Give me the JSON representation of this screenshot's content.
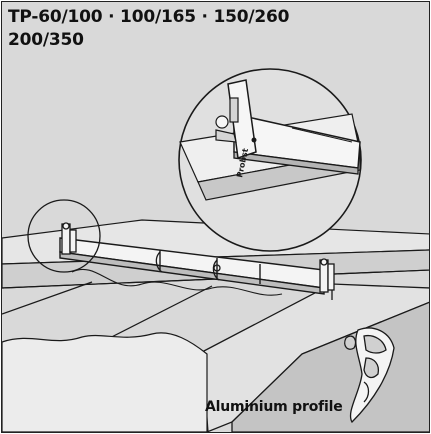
{
  "title": {
    "line1": "TP-60/100 · 100/165 · 150/260",
    "line2": "200/350"
  },
  "labels": {
    "profile_caption": "Aluminium profile",
    "brand_mark": "Probst"
  },
  "colors": {
    "background": "#d9d9d9",
    "line": "#1a1a1a",
    "highlight": "#ffffff"
  }
}
